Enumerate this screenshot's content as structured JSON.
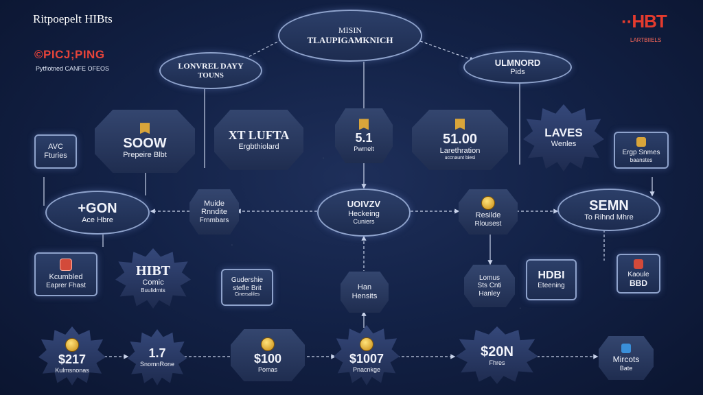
{
  "header": {
    "title": "Ritpoepelt HIBts",
    "subtitle": "©PICJ;PING",
    "tagline": "Pytfiotned CANFE OFEOS",
    "logo_text": "··HBT",
    "logo_tagline": "LARTBIIELS"
  },
  "colors": {
    "accent": "#e43b2e",
    "node_border": "#8fa3cc",
    "link": "#c9d3ea",
    "background": "#132247"
  },
  "nodes": {
    "center_top": {
      "title": "MISIN",
      "subtitle": "TLAUPIGAMKNICH"
    },
    "top_left": {
      "title": "LONVREL DAYY",
      "subtitle": "TOUNS"
    },
    "top_right": {
      "title": "ULMNORD",
      "subtitle": "Pids"
    },
    "soow": {
      "title": "SOOW",
      "subtitle": "Prepeire Blbt"
    },
    "xt_lufta": {
      "title": "XT LUFTA",
      "subtitle": "Ergbthiolard"
    },
    "mid_51": {
      "title": "5.1",
      "subtitle": "Pwmelt"
    },
    "mid_5100": {
      "title": "51.00",
      "subtitle": "Larethration",
      "note": "uccnaunt biesi"
    },
    "laves": {
      "title": "LAVES",
      "subtitle": "Wenles"
    },
    "avc": {
      "title": "AVC",
      "subtitle": "Fturies"
    },
    "right_small": {
      "title": "Ergp Snmes",
      "subtitle": "baanstes"
    },
    "gon": {
      "title": "+GON",
      "subtitle": "Ace Hbre"
    },
    "muide": {
      "title": "Muide",
      "subtitle": "Rnndite",
      "note": "Frnmbars"
    },
    "hub": {
      "title": "UOIVZV",
      "subtitle": "Heckeing",
      "note": "Cuniers"
    },
    "resilde": {
      "title": "Resilde",
      "subtitle": "Rlousest"
    },
    "semn": {
      "title": "SEMN",
      "subtitle": "To Rihnd Mhre"
    },
    "kcumbled": {
      "title": "Kcumbled",
      "subtitle": "Eaprer Fhast"
    },
    "hibt": {
      "title": "HIBT",
      "subtitle": "Comic",
      "note": "Buulidrnts"
    },
    "gudershie": {
      "title": "Gudershie",
      "subtitle": "stefle Brit",
      "note": "Cinersaliles"
    },
    "han": {
      "title": "Han",
      "subtitle": "Hensits"
    },
    "lomus": {
      "title": "Lomus",
      "subtitle": "Sts Cnti",
      "note": "Hanley"
    },
    "hdbd": {
      "title": "HDBI",
      "subtitle": "Eteening"
    },
    "kaoule": {
      "title": "Kaoule",
      "subtitle": "BBD"
    },
    "p217": {
      "title": "$217",
      "subtitle": "Kulmsnonas"
    },
    "p17": {
      "title": "1.7",
      "subtitle": "SnomnRone"
    },
    "p100": {
      "title": "$100",
      "subtitle": "Pomas"
    },
    "p1007": {
      "title": "$1007",
      "subtitle": "Pnacnkge"
    },
    "p20n": {
      "title": "$20N",
      "subtitle": "Fhres"
    },
    "mircots": {
      "title": "Mircots",
      "subtitle": "Bate"
    }
  }
}
